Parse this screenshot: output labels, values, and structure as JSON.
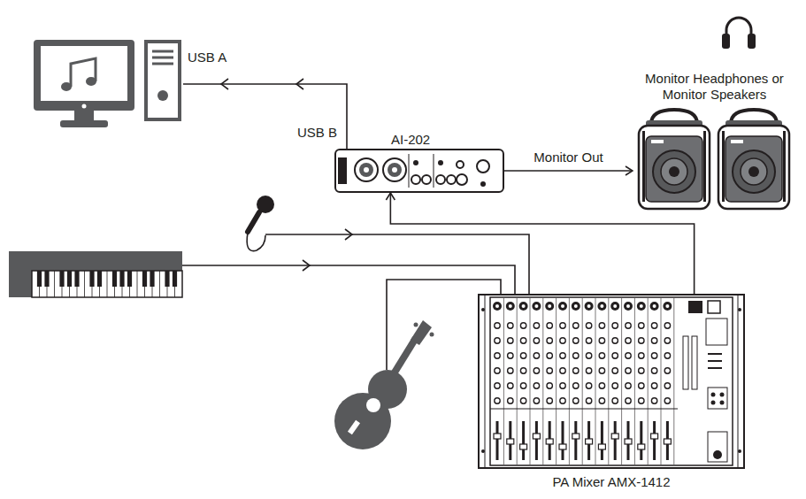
{
  "diagram": {
    "nodes": [
      {
        "text": [
          "AI-202"
        ]
      },
      {
        "text": [
          "Monitor Headphones or Monitor Speakers"
        ]
      },
      {
        "text": [
          "PA Mixer AMX-1412"
        ]
      }
    ],
    "edges": [
      {
        "from": 0,
        "to": 1,
        "arrow": "to",
        "label": "Monitor Out"
      },
      {
        "from": 2,
        "to": 0,
        "arrow": "to"
      }
    ],
    "labels": [
      "USB A",
      "USB B"
    ]
  }
}
